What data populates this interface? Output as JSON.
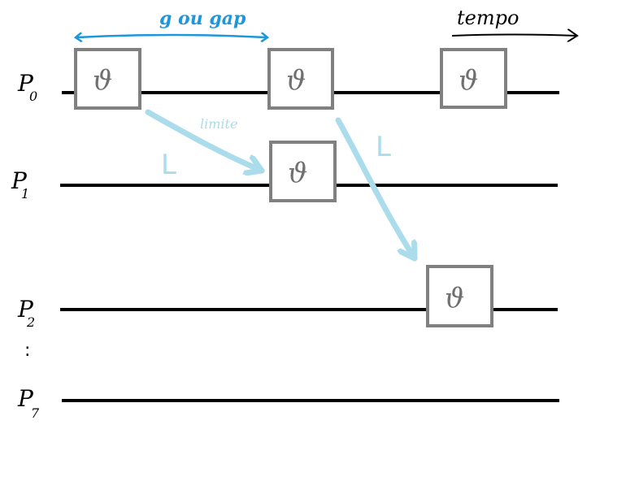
{
  "processes": [
    {
      "base": "P",
      "sub": "0",
      "events": 3
    },
    {
      "base": "P",
      "sub": "1",
      "events": 1
    },
    {
      "base": "P",
      "sub": "2",
      "events": 1
    },
    {
      "base": "P",
      "sub": "7",
      "events": 0
    }
  ],
  "ellipsis": ":",
  "event_symbol": "ϑ",
  "gap_label": "g ou gap",
  "time_label": "tempo",
  "limit_label": "limite",
  "latency_label_1": "L",
  "latency_label_2": "L",
  "colors": {
    "line": "#000000",
    "box": "#808080",
    "symbol": "#707070",
    "gap": "#1e96dc",
    "message": "#aadcec"
  }
}
